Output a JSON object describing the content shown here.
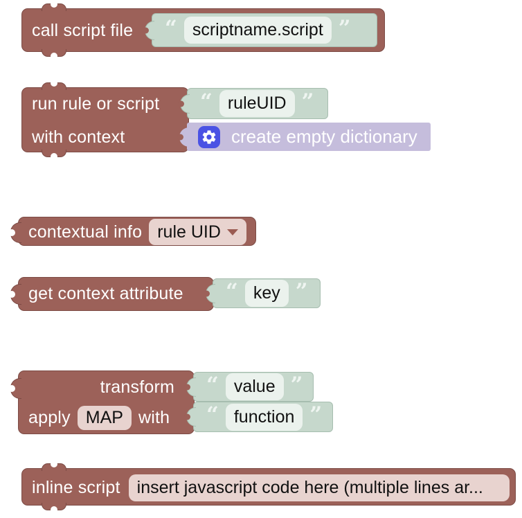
{
  "colors": {
    "maroon": "#9c6159",
    "maroon-border": "#7c4b45",
    "green": "#c6d8cc",
    "green-border": "#a6bdaf",
    "green-field": "#ebf2ed",
    "purple": "#c5bddc",
    "gear-blue": "#4a52e4",
    "pink-field": "#e8d3cf",
    "quote": "#eff5f1"
  },
  "quotes": {
    "open": "“",
    "close": "”"
  },
  "blocks": {
    "call_script_file": {
      "label": "call script file",
      "filename": "scriptname.script"
    },
    "run_rule_or_script": {
      "label": "run rule or script",
      "rule_uid": "ruleUID",
      "context_label": "with context",
      "context_value": "create empty dictionary"
    },
    "contextual_info": {
      "label": "contextual info",
      "selected_option": "rule UID"
    },
    "get_context_attribute": {
      "label": "get context attribute",
      "key": "key"
    },
    "transform": {
      "transform_label": "transform",
      "value": "value",
      "apply_label": "apply",
      "transformation": "MAP",
      "with_label": "with",
      "function": "function"
    },
    "inline_script": {
      "label": "inline script",
      "code": "insert javascript code here (multiple lines ar..."
    }
  }
}
